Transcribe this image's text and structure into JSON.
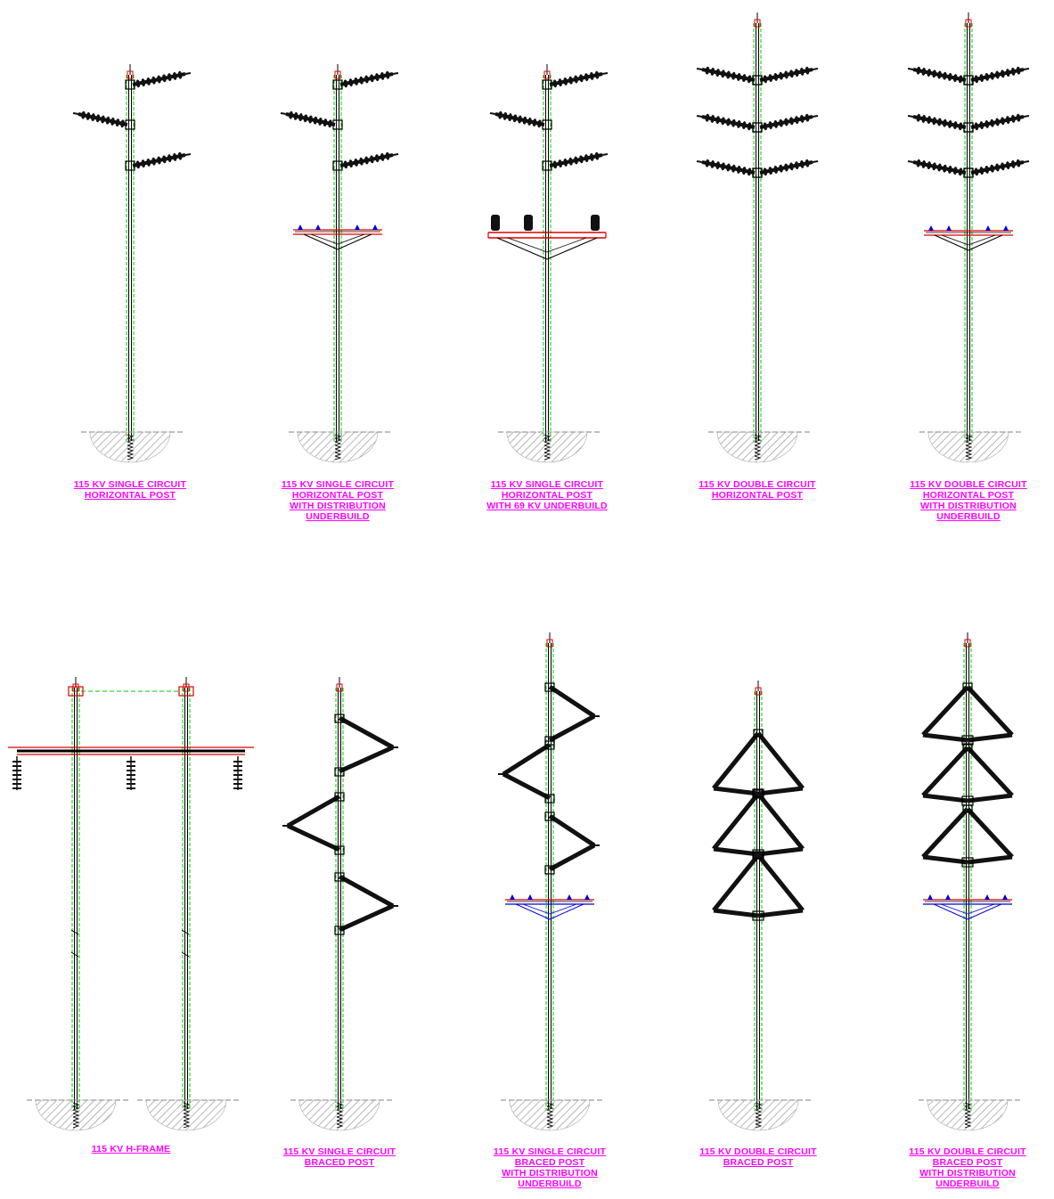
{
  "colors": {
    "pole_outline": "#00cc00",
    "pole_core": "#000000",
    "insulator": "#111111",
    "crossarm_red": "#e00000",
    "distribution_blue": "#0000dd",
    "caption": "#ff00ff",
    "ground": "#999999"
  },
  "structures": [
    {
      "id": "sc-horizontal-post",
      "type": "horizontal-post",
      "caption": [
        "115 KV SINGLE CIRCUIT",
        "HORIZONTAL POST"
      ]
    },
    {
      "id": "sc-horizontal-post-dist",
      "type": "horizontal-post-distribution",
      "caption": [
        "115 KV SINGLE CIRCUIT",
        "HORIZONTAL POST",
        "WITH DISTRIBUTION",
        "UNDERBUILD"
      ]
    },
    {
      "id": "sc-horizontal-post-69kv",
      "type": "horizontal-post-69kv",
      "caption": [
        "115 KV SINGLE CIRCUIT",
        "HORIZONTAL POST",
        "WITH 69 KV UNDERBUILD"
      ]
    },
    {
      "id": "dc-horizontal-post",
      "type": "double-horizontal-post",
      "caption": [
        "115 KV DOUBLE CIRCUIT",
        "HORIZONTAL POST"
      ]
    },
    {
      "id": "dc-horizontal-post-dist",
      "type": "double-horizontal-post-distribution",
      "caption": [
        "115 KV DOUBLE CIRCUIT",
        "HORIZONTAL POST",
        "WITH DISTRIBUTION",
        "UNDERBUILD"
      ]
    },
    {
      "id": "h-frame",
      "type": "h-frame",
      "caption": [
        "115 KV H-FRAME"
      ]
    },
    {
      "id": "sc-braced-post",
      "type": "braced-post",
      "caption": [
        "115 KV SINGLE CIRCUIT",
        "BRACED POST"
      ]
    },
    {
      "id": "sc-braced-post-dist",
      "type": "braced-post-distribution",
      "caption": [
        "115 KV SINGLE CIRCUIT",
        "BRACED POST",
        "WITH DISTRIBUTION",
        "UNDERBUILD"
      ]
    },
    {
      "id": "dc-braced-post",
      "type": "double-braced-post",
      "caption": [
        "115 KV DOUBLE CIRCUIT",
        "BRACED POST"
      ]
    },
    {
      "id": "dc-braced-post-dist",
      "type": "double-braced-post-distribution",
      "caption": [
        "115 KV DOUBLE CIRCUIT",
        "BRACED POST",
        "WITH DISTRIBUTION",
        "UNDERBUILD"
      ]
    }
  ]
}
